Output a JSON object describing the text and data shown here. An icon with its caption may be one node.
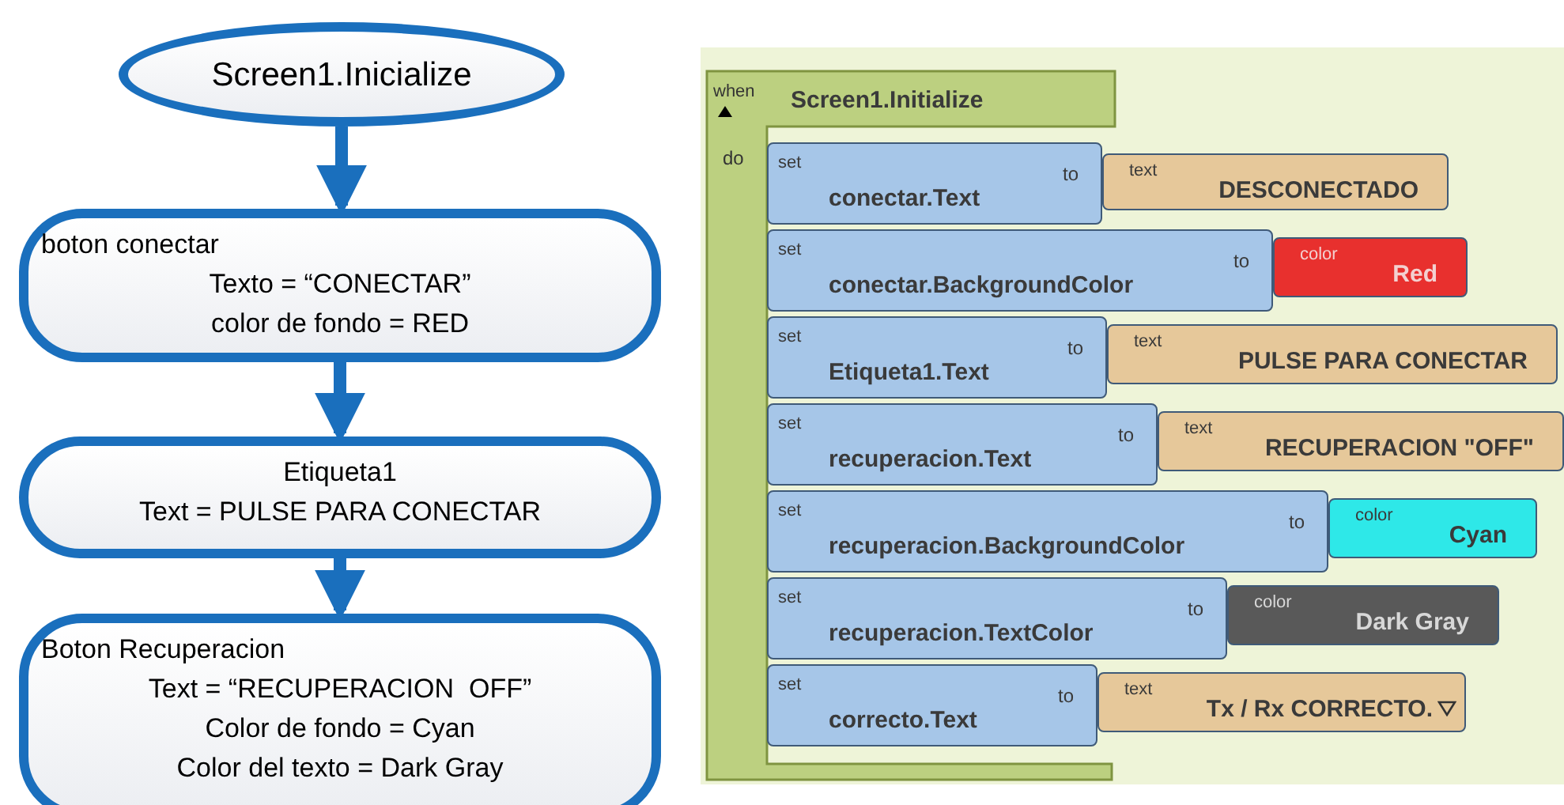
{
  "diagram": {
    "nodes": [
      {
        "text": [
          "Screen1.Inicialize"
        ]
      },
      {
        "text": [
          "boton conectar",
          "Texto = “CONECTAR”",
          "color de fondo = RED"
        ]
      },
      {
        "text": [
          "Etiqueta1",
          "Text = PULSE PARA CONECTAR"
        ]
      },
      {
        "text": [
          "Boton Recuperacion",
          "Text = “RECUPERACION  OFF”",
          "Color de fondo = Cyan",
          "Color del texto = Dark Gray"
        ]
      },
      {
        "text": [
          "when",
          "Screen1.Initialize",
          "do"
        ]
      },
      {
        "text": [
          "set",
          "conectar.Text",
          "to"
        ]
      },
      {
        "text": [
          "text",
          "DESCONECTADO"
        ]
      },
      {
        "text": [
          "set",
          "conectar.BackgroundColor",
          "to"
        ]
      },
      {
        "text": [
          "color",
          "Red"
        ]
      },
      {
        "text": [
          "set",
          "Etiqueta1.Text",
          "to"
        ]
      },
      {
        "text": [
          "text",
          "PULSE PARA CONECTAR"
        ]
      },
      {
        "text": [
          "set",
          "recuperacion.Text",
          "to"
        ]
      },
      {
        "text": [
          "text",
          "RECUPERACION \"OFF\""
        ]
      },
      {
        "text": [
          "set",
          "recuperacion.BackgroundColor",
          "to"
        ]
      },
      {
        "text": [
          "color",
          "Cyan"
        ]
      },
      {
        "text": [
          "set",
          "recuperacion.TextColor",
          "to"
        ]
      },
      {
        "text": [
          "color",
          "Dark Gray"
        ]
      },
      {
        "text": [
          "set",
          "correcto.Text",
          "to"
        ]
      },
      {
        "text": [
          "text",
          "Tx / Rx CORRECTO."
        ]
      }
    ],
    "edges": [
      {
        "from": 0,
        "to": 1,
        "arrow": "to"
      },
      {
        "from": 1,
        "to": 2,
        "arrow": "to"
      },
      {
        "from": 2,
        "to": 3,
        "arrow": "to"
      }
    ]
  }
}
